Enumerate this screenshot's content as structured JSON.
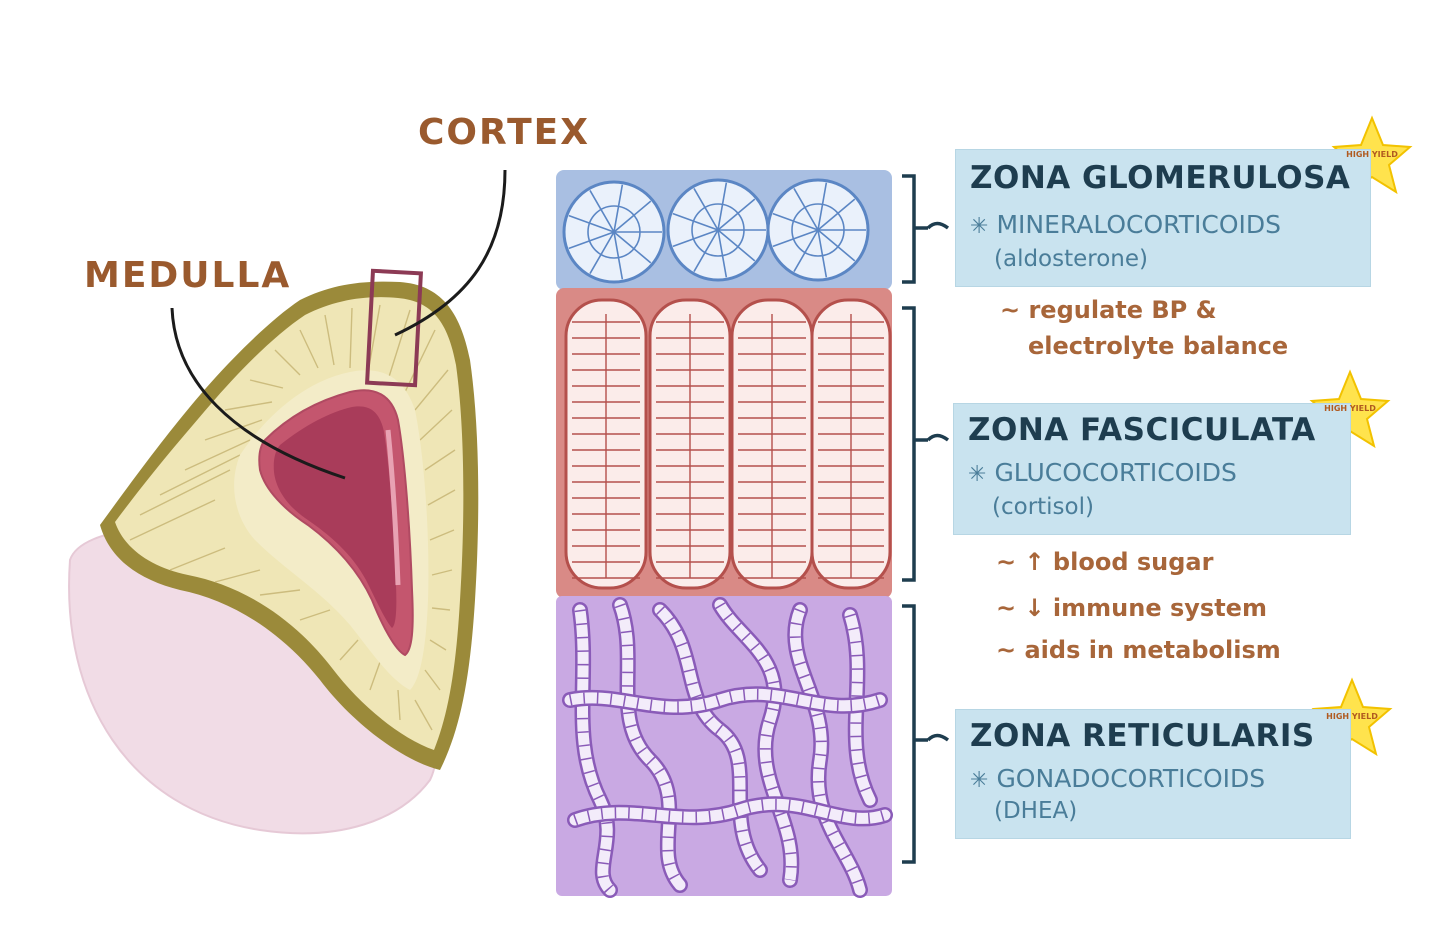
{
  "labels": {
    "cortex": "CORTEX",
    "medulla": "MEDULLA"
  },
  "zones": [
    {
      "title": "ZONA GLOMERULOSA",
      "hormone_class": "MINERALOCORTICOIDS",
      "example": "(aldosterone)",
      "badge": "HIGH YIELD",
      "functions": [
        "~ regulate BP &",
        "electrolyte balance"
      ]
    },
    {
      "title": "ZONA FASCICULATA",
      "hormone_class": "GLUCOCORTICOIDS",
      "example": "(cortisol)",
      "badge": "HIGH YIELD",
      "functions": [
        "~ ↑ blood sugar",
        "~ ↓ immune system",
        "~ aids in metabolism"
      ]
    },
    {
      "title": "ZONA RETICULARIS",
      "hormone_class": "GONADOCORTICOIDS",
      "example": "(DHEA)",
      "badge": "HIGH YIELD",
      "functions": []
    }
  ],
  "colors": {
    "glomerulosa_bg": "#a9bfe2",
    "fasciculata_bg": "#d98a86",
    "reticularis_bg": "#c9a9e3",
    "cortex_outline": "#9b8a3a",
    "cortex_fill": "#efe6b6",
    "medulla": "#c4566e",
    "label_brown": "#9a5a2e",
    "box_bg": "#c9e3ef",
    "star": "#ffe34d"
  }
}
